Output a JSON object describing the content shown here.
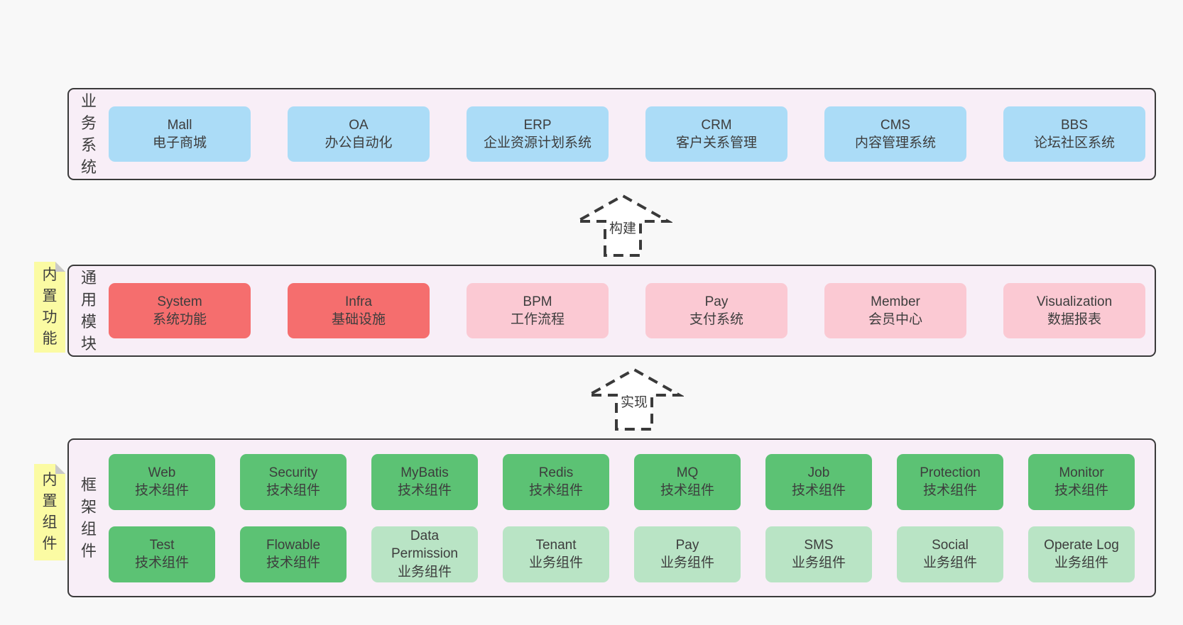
{
  "palette": {
    "page_bg": "#f8f8f8",
    "panel_bg": "#f8eef7",
    "panel_border": "#3a3a3a",
    "blue_box": "#abdcf7",
    "red_box": "#f56e6e",
    "pink_box": "#fbc9d3",
    "green_box": "#5cc274",
    "light_green_box": "#b9e4c5",
    "sticky_note": "#fbfba3",
    "text": "#3d3d3d"
  },
  "arrows": {
    "build": {
      "label": "构建"
    },
    "implement": {
      "label": "实现"
    }
  },
  "notes": {
    "features": {
      "label": "内置功能"
    },
    "components": {
      "label": "内置组件"
    }
  },
  "sections": {
    "business": {
      "label": "业务系统",
      "boxes": [
        {
          "title": "Mall",
          "subtitle": "电子商城"
        },
        {
          "title": "OA",
          "subtitle": "办公自动化"
        },
        {
          "title": "ERP",
          "subtitle": "企业资源计划系统"
        },
        {
          "title": "CRM",
          "subtitle": "客户关系管理"
        },
        {
          "title": "CMS",
          "subtitle": "内容管理系统"
        },
        {
          "title": "BBS",
          "subtitle": "论坛社区系统"
        }
      ]
    },
    "modules": {
      "label": "通用模块",
      "boxes": [
        {
          "title": "System",
          "subtitle": "系统功能"
        },
        {
          "title": "Infra",
          "subtitle": "基础设施"
        },
        {
          "title": "BPM",
          "subtitle": "工作流程"
        },
        {
          "title": "Pay",
          "subtitle": "支付系统"
        },
        {
          "title": "Member",
          "subtitle": "会员中心"
        },
        {
          "title": "Visualization",
          "subtitle": "数据报表"
        }
      ]
    },
    "components": {
      "label": "框架组件",
      "boxes": [
        {
          "title": "Web",
          "subtitle": "技术组件"
        },
        {
          "title": "Security",
          "subtitle": "技术组件"
        },
        {
          "title": "MyBatis",
          "subtitle": "技术组件"
        },
        {
          "title": "Redis",
          "subtitle": "技术组件"
        },
        {
          "title": "MQ",
          "subtitle": "技术组件"
        },
        {
          "title": "Job",
          "subtitle": "技术组件"
        },
        {
          "title": "Protection",
          "subtitle": "技术组件"
        },
        {
          "title": "Monitor",
          "subtitle": "技术组件"
        },
        {
          "title": "Test",
          "subtitle": "技术组件"
        },
        {
          "title": "Flowable",
          "subtitle": "技术组件"
        },
        {
          "title": "Data Permission",
          "subtitle": "业务组件"
        },
        {
          "title": "Tenant",
          "subtitle": "业务组件"
        },
        {
          "title": "Pay",
          "subtitle": "业务组件"
        },
        {
          "title": "SMS",
          "subtitle": "业务组件"
        },
        {
          "title": "Social",
          "subtitle": "业务组件"
        },
        {
          "title": "Operate Log",
          "subtitle": "业务组件"
        }
      ]
    }
  }
}
